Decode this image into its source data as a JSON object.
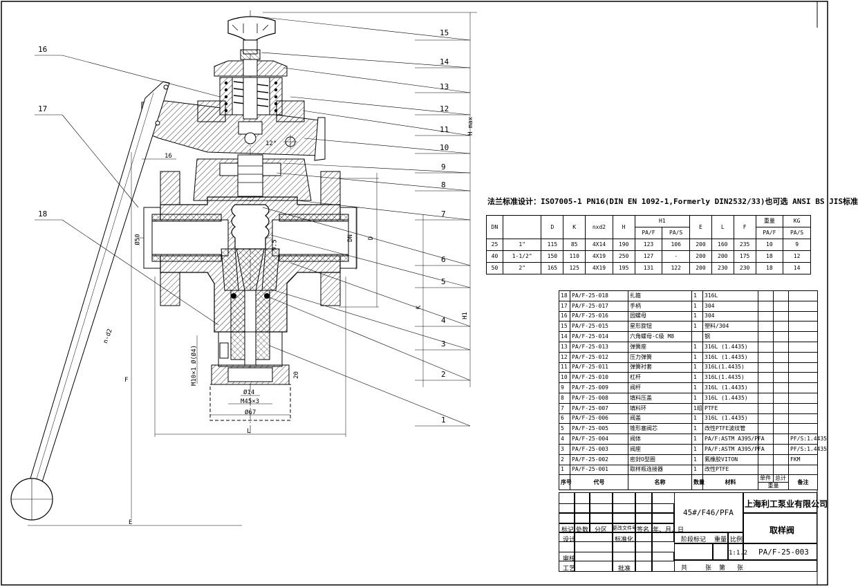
{
  "standard_note": "法兰标准设计：ISO7005-1 PN16(DIN EN 1092-1,Formerly DIN2532/33)也可选 ANSI BS JIS标准",
  "balloons": [
    "15",
    "14",
    "13",
    "12",
    "11",
    "10",
    "9",
    "8",
    "7",
    "6",
    "5",
    "4",
    "3",
    "2",
    "1",
    "16",
    "17",
    "18"
  ],
  "dim_labels": {
    "angle": "12°",
    "h_max": "H max",
    "h1": "H1",
    "dn": "DN",
    "d": "D",
    "d50": "Ø50",
    "r95": "9.5",
    "w16": "16",
    "nd2": "n-d2",
    "m10": "M10×1",
    "phi14": "Ø14",
    "m45": "M45×3",
    "phi67": "Ø67",
    "phi4": "Ø(Ø4)",
    "h20": "20",
    "l": "L",
    "f": "F",
    "e": "E",
    "k": "K"
  },
  "dim_table": {
    "headers": [
      "DN",
      "D",
      "K",
      "nxd2",
      "H",
      "H1",
      "E",
      "L",
      "F",
      "重量",
      "KG"
    ],
    "sub_headers": [
      "PA/F",
      "PA/S",
      "PA/F",
      "PA/S"
    ],
    "rows": [
      [
        "25",
        "1\"",
        "115",
        "85",
        "4X14",
        "190",
        "123",
        "106",
        "200",
        "160",
        "235",
        "10",
        "9"
      ],
      [
        "40",
        "1-1/2\"",
        "150",
        "110",
        "4X19",
        "250",
        "127",
        "-",
        "200",
        "200",
        "175",
        "18",
        "12"
      ],
      [
        "50",
        "2\"",
        "165",
        "125",
        "4X19",
        "195",
        "131",
        "122",
        "200",
        "230",
        "230",
        "18",
        "14"
      ]
    ]
  },
  "bom": {
    "rows": [
      [
        "18",
        "PA/F-25-018",
        "扎箍",
        "1",
        "316L",
        ""
      ],
      [
        "17",
        "PA/F-25-017",
        "手柄",
        "1",
        "304",
        ""
      ],
      [
        "16",
        "PA/F-25-016",
        "园螺母",
        "1",
        "304",
        ""
      ],
      [
        "15",
        "PA/F-25-015",
        "星形旋钮",
        "1",
        "塑料/304",
        ""
      ],
      [
        "14",
        "PA/F-25-014",
        "六角螺母-C级 M8",
        "",
        "钢",
        ""
      ],
      [
        "13",
        "PA/F-25-013",
        "弹簧座",
        "1",
        "316L (1.4435)",
        ""
      ],
      [
        "12",
        "PA/F-25-012",
        "压力弹簧",
        "1",
        "316L (1.4435)",
        ""
      ],
      [
        "11",
        "PA/F-25-011",
        "弹簧衬套",
        "1",
        "316L(1.4435)",
        ""
      ],
      [
        "10",
        "PA/F-25-010",
        "杠杆",
        "1",
        "316L(1.4435)",
        ""
      ],
      [
        "9",
        "PA/F-25-009",
        "阀杆",
        "1",
        "316L (1.4435)",
        ""
      ],
      [
        "8",
        "PA/F-25-008",
        "填料压盖",
        "1",
        "316L (1.4435)",
        ""
      ],
      [
        "7",
        "PA/F-25-007",
        "填料环",
        "1组",
        "PTFE",
        ""
      ],
      [
        "6",
        "PA/F-25-006",
        "阀盖",
        "1",
        "316L (1.4435)",
        ""
      ],
      [
        "5",
        "PA/F-25-005",
        "锥形塞阀芯",
        "1",
        "改性PTFE波纹管",
        ""
      ],
      [
        "4",
        "PA/F-25-004",
        "阀体",
        "1",
        "PA/F:ASTM A395/PFA",
        "PF/S:1.4435"
      ],
      [
        "3",
        "PA/F-25-003",
        "阀座",
        "1",
        "PA/F:ASTM A395/PFA",
        "PF/S:1.4435"
      ],
      [
        "2",
        "PA/F-25-002",
        "密封O型圈",
        "1",
        "氟橡胶VITON",
        "FKM"
      ],
      [
        "1",
        "PA/F-25-001",
        "取样瓶连接器",
        "1",
        "改性PTFE",
        ""
      ]
    ],
    "header": [
      "序号",
      "代号",
      "名称",
      "数量",
      "材料",
      "单件",
      "总计",
      "备注"
    ],
    "weight_header": "重量"
  },
  "title_block": {
    "material": "45#/F46/PFA",
    "company": "上海利工泵业有限公司",
    "name": "取样阀",
    "code": "PA/F-25-003",
    "scale": "1:1.2",
    "row_labels": [
      "标记",
      "处数",
      "分区",
      "更改文件号",
      "签名",
      "年、月、日"
    ],
    "design": "设计",
    "standard": "标准化",
    "review": "审核",
    "process": "工艺",
    "approve": "批准",
    "stage": "阶段标记",
    "weight": "重量",
    "ratio": "比例",
    "sheets": [
      "共",
      "张",
      "第",
      "张"
    ]
  }
}
